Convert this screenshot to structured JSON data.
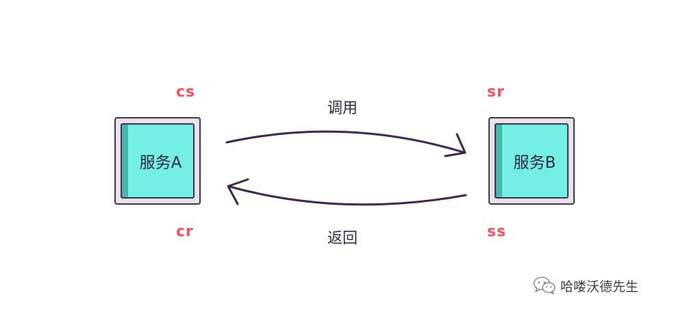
{
  "diagram": {
    "service_a": {
      "label": "服务A"
    },
    "service_b": {
      "label": "服务B"
    },
    "tags": {
      "cs": "cs",
      "cr": "cr",
      "sr": "sr",
      "ss": "ss"
    },
    "arrows": {
      "call": "调用",
      "return": "返回"
    },
    "colors": {
      "screen": "#73efe3",
      "screen_edge": "#46b8aa",
      "frame": "#e6e3ea",
      "outline": "#3d2b4a",
      "tag": "#f0525c",
      "arrow": "#3d1f4d"
    }
  },
  "watermark": {
    "icon": "wechat-icon",
    "text": "哈喽沃德先生"
  }
}
